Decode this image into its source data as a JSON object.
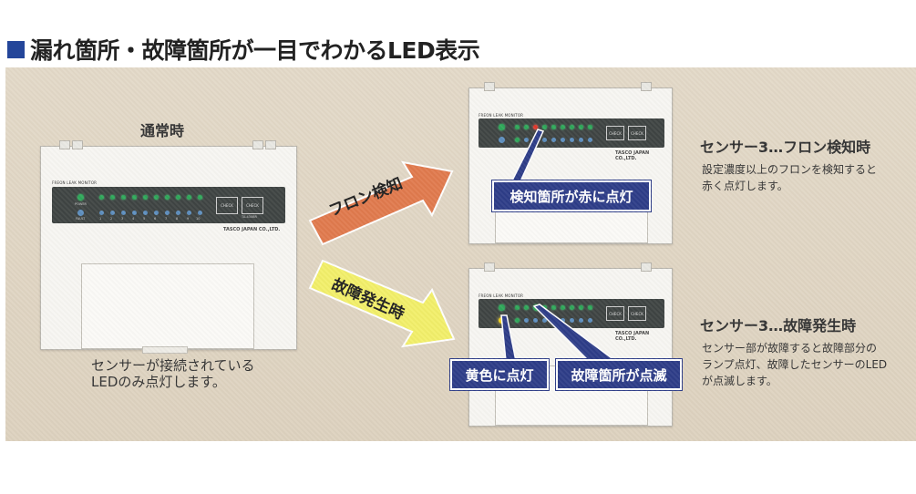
{
  "heading": {
    "text": "漏れ箇所・故障箇所が一目でわかるLED表示"
  },
  "normal": {
    "title": "通常時",
    "caption_line1": "センサーが接続されている",
    "caption_line2": "LEDのみ点灯します。"
  },
  "device": {
    "brand": "FREON LEAK MONITOR",
    "maker": "TASCO JAPAN CO.,LTD.",
    "model": "TA-430BR",
    "power_label": "POWER",
    "fault_label": "FAULT",
    "check_label_1": "CHECK",
    "check_label_2": "CHECK",
    "channel_labels": [
      "1",
      "2",
      "3",
      "4",
      "5",
      "6",
      "7",
      "8",
      "9",
      "10"
    ]
  },
  "arrows": {
    "top": "フロン検知",
    "bottom": "故障発生時",
    "top_color": "#e07a4e",
    "bottom_color": "#f2ef6a"
  },
  "detect": {
    "title": "センサー3…フロン検知時",
    "desc_line1": "設定濃度以上のフロンを検知すると",
    "desc_line2": "赤く点灯します。",
    "callout": "検知箇所が赤に点灯"
  },
  "fault": {
    "title": "センサー3…故障発生時",
    "desc_line1": "センサー部が故障すると故障部分の",
    "desc_line2": "ランプ点灯、故障したセンサーのLED",
    "desc_line3": "が点滅します。",
    "callout_yellow": "黄色に点灯",
    "callout_blink": "故障箇所が点滅"
  },
  "colors": {
    "heading_square": "#24469a",
    "callout_bg": "#2e3d88",
    "led_green": "#2fa85a",
    "led_red": "#e23a2e",
    "led_yellow": "#f2d21b"
  }
}
